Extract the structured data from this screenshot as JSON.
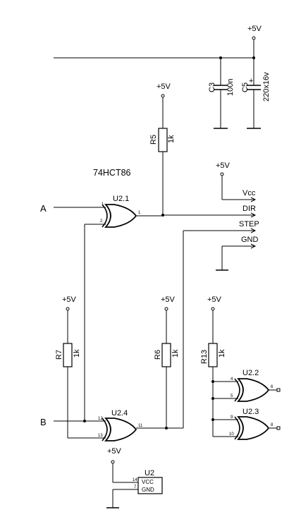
{
  "chip_label": "74HCT86",
  "supply": "+5V",
  "inputs": {
    "a": "A",
    "b": "B"
  },
  "outputs": {
    "vcc": "Vcc",
    "dir": "DIR",
    "step": "STEP",
    "gnd": "GND"
  },
  "capacitors": [
    {
      "ref": "C3",
      "value": "100n"
    },
    {
      "ref": "C5",
      "value": "220x16v"
    }
  ],
  "resistors": [
    {
      "ref": "R5",
      "value": "1k"
    },
    {
      "ref": "R7",
      "value": "1k"
    },
    {
      "ref": "R6",
      "value": "1k"
    },
    {
      "ref": "R13",
      "value": "1k"
    }
  ],
  "gates": [
    {
      "ref": "U2.1",
      "pins": [
        "1",
        "2",
        "1"
      ]
    },
    {
      "ref": "U2.4",
      "pins": [
        "12",
        "13",
        "11"
      ]
    },
    {
      "ref": "U2.2",
      "pins": [
        "4",
        "5",
        "6"
      ]
    },
    {
      "ref": "U2.3",
      "pins": [
        "9",
        "10",
        "8"
      ]
    }
  ],
  "power_block": {
    "ref": "U2",
    "vcc_label": "VCC",
    "gnd_label": "GND",
    "vcc_pin": "14",
    "gnd_pin": "7"
  },
  "polarity_mark": "+"
}
